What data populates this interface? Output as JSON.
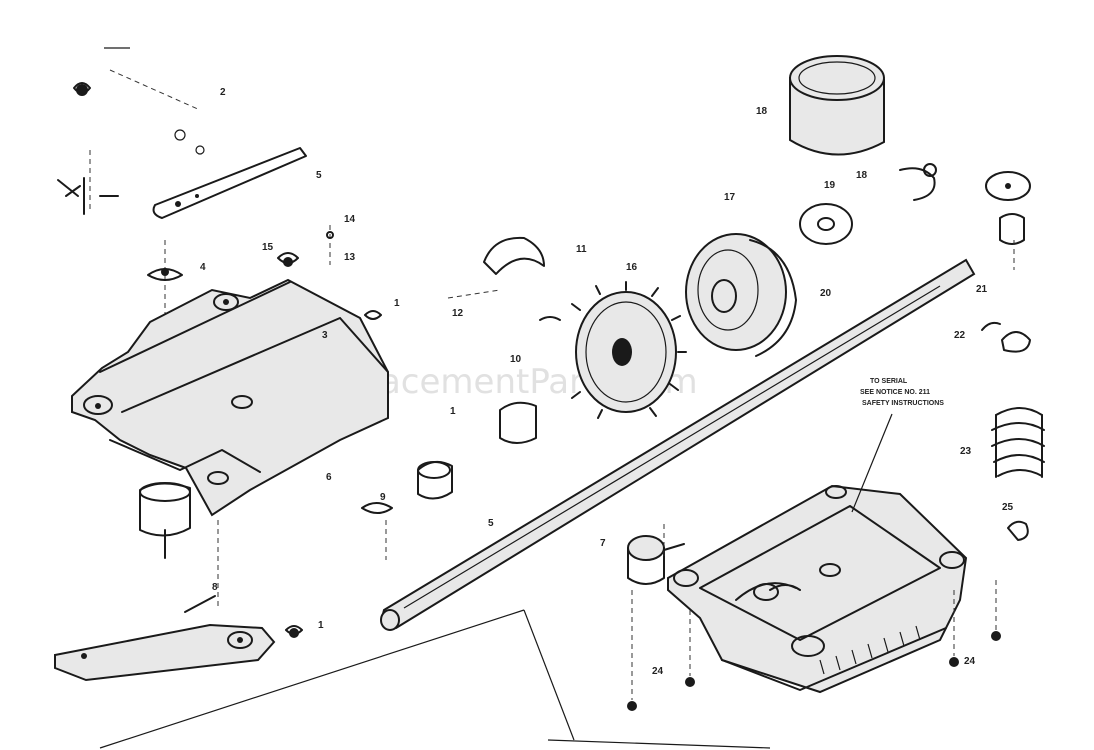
{
  "watermark": "eReplacementParts.com",
  "note": [
    "TO SERIAL",
    "SEE NOTICE NO. 211",
    "SAFETY INSTRUCTIONS"
  ],
  "labels": {
    "top_left": "2",
    "strap": "5",
    "bolt_cluster": "15",
    "bolt_cluster_b": "14",
    "bolt_cluster_c": "13",
    "left_nut": "4",
    "cover": "3",
    "cover_nut": "1",
    "bracket": "6",
    "lower_left": "8",
    "plate_nut": "1",
    "bushing_upper": "11",
    "spacer": "12",
    "gear": "16",
    "hub": "17",
    "cylinder": "18",
    "washer_a": "19",
    "washer_b": "18",
    "washer_c": "20",
    "pin": "21",
    "clip": "22",
    "spring": "23",
    "cap": "25",
    "bushing_mid": "10",
    "shaft_collar": "1",
    "bushing_low": "9",
    "shaft": "5",
    "base_pin": "7",
    "screw_left": "24",
    "screw_right": "24"
  }
}
